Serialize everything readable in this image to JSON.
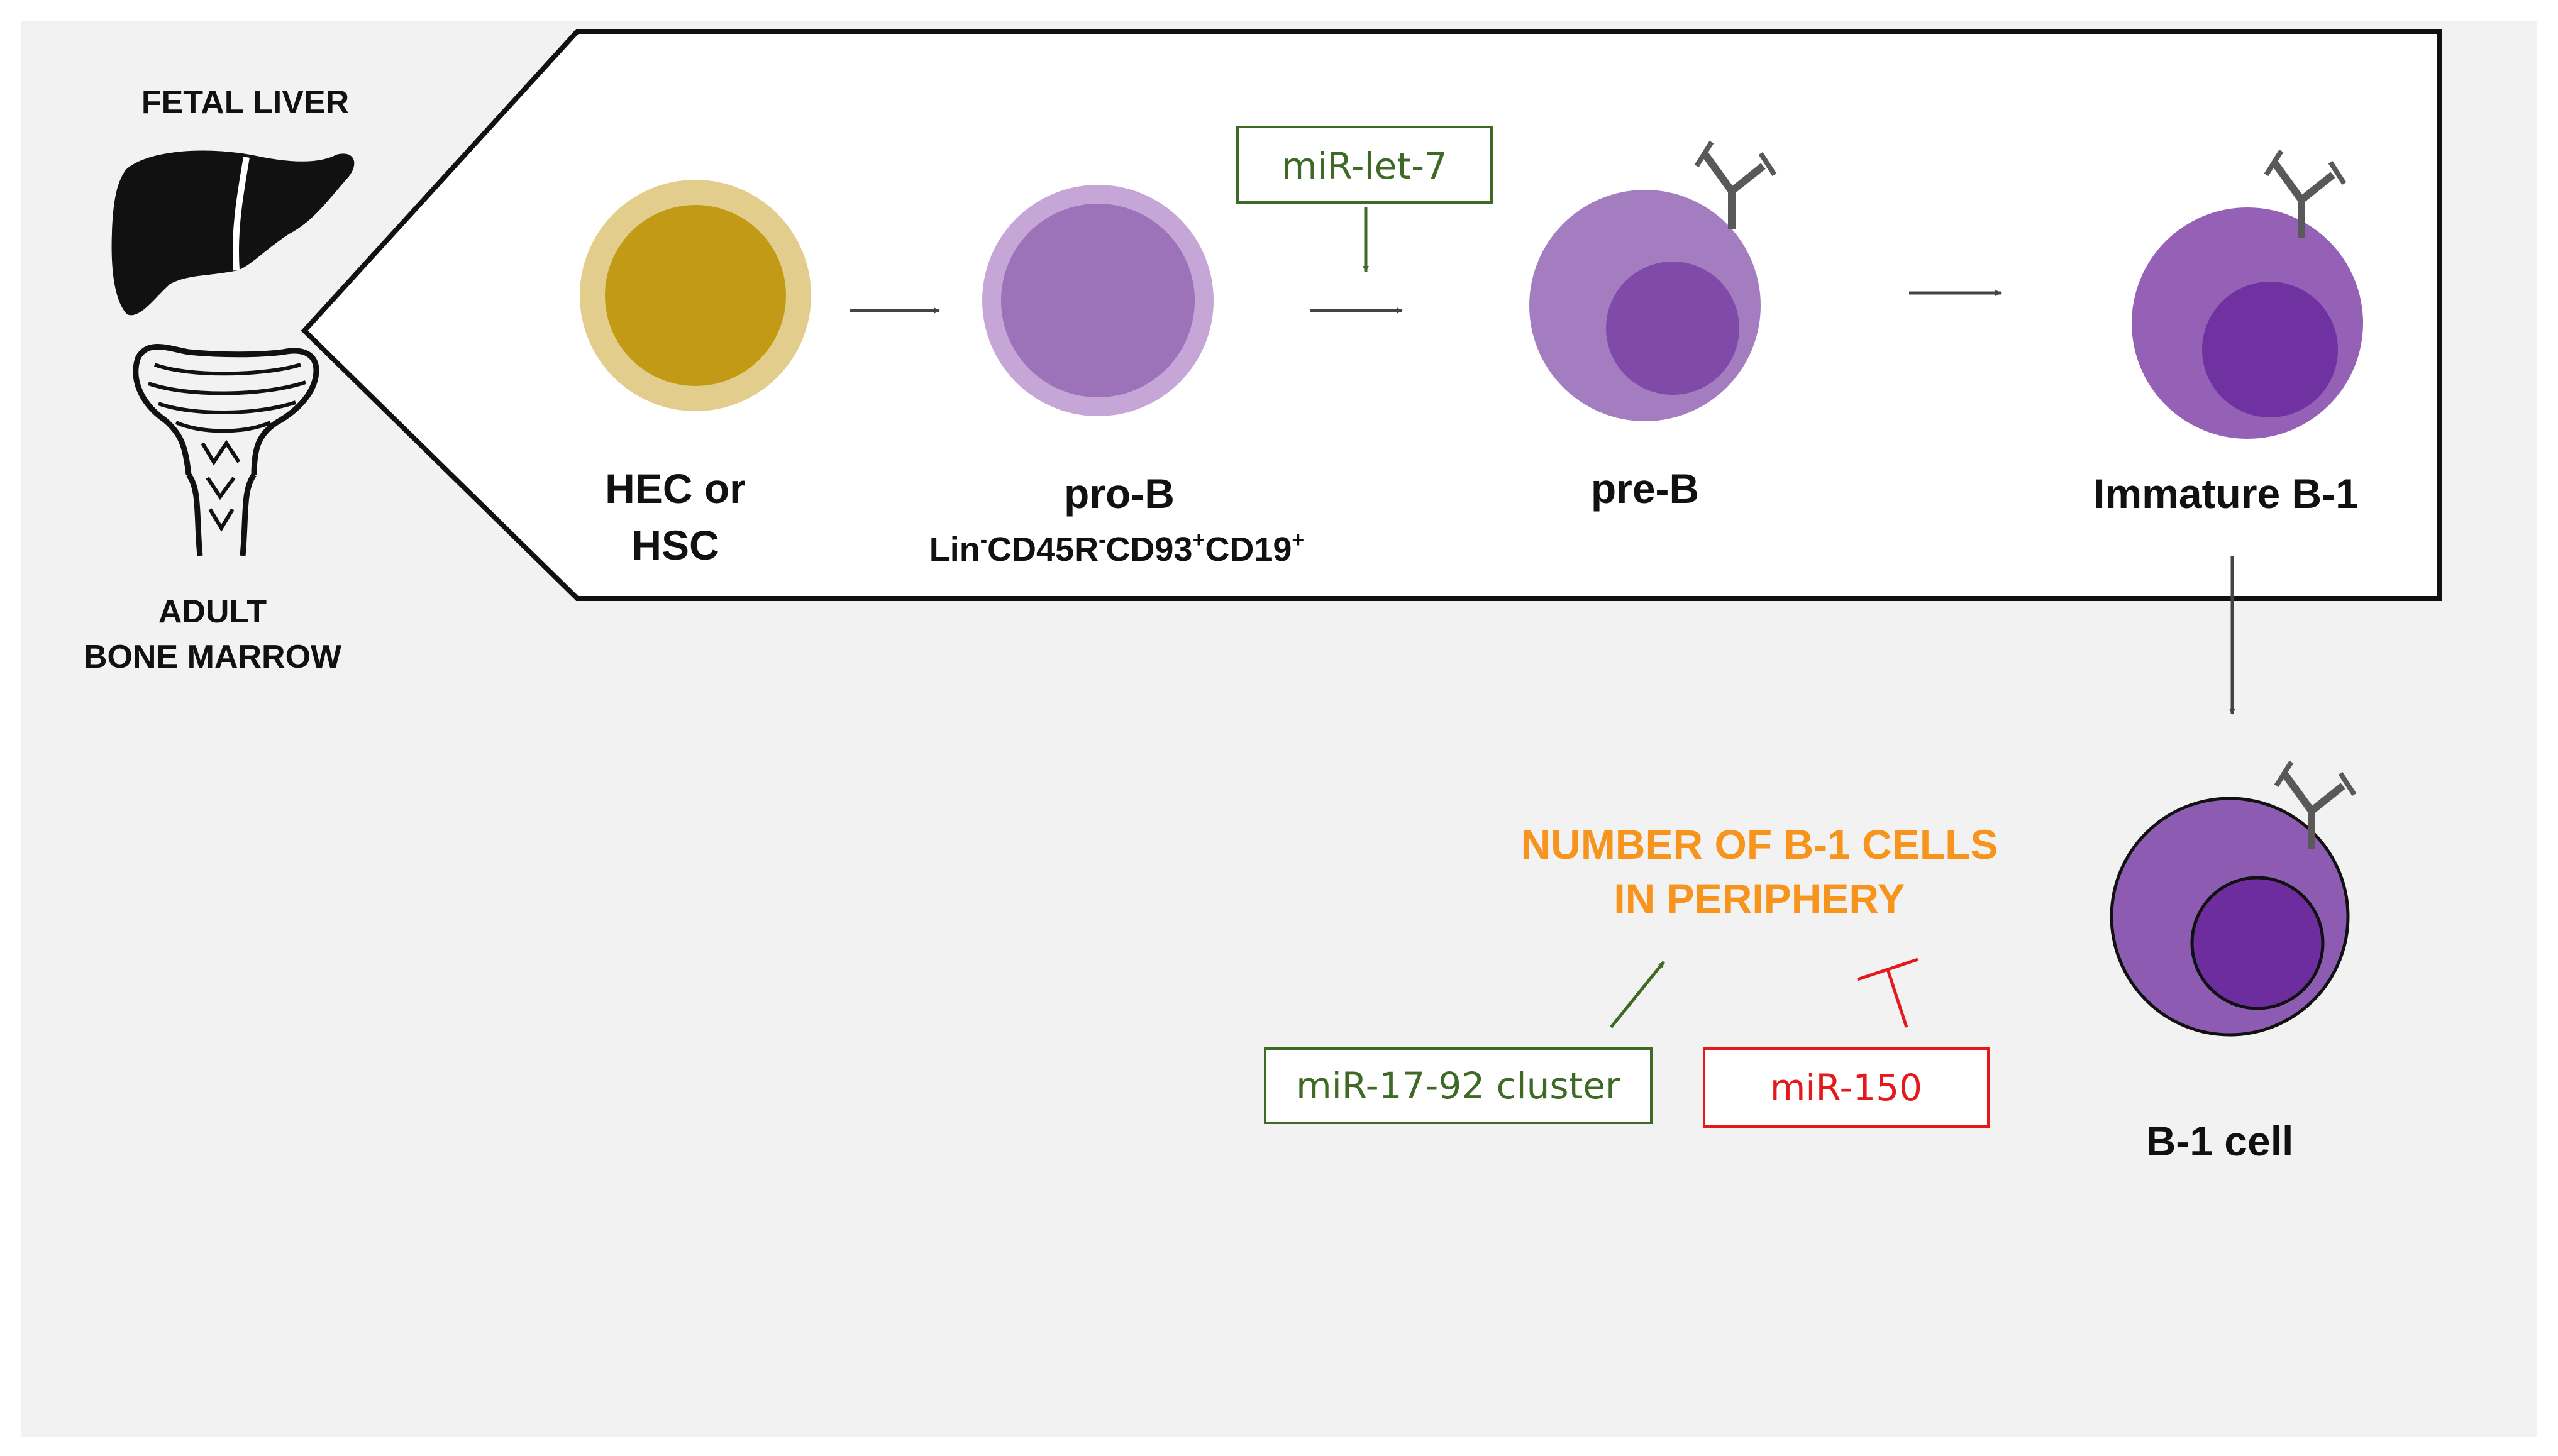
{
  "sources": {
    "fetal_liver": "FETAL LIVER",
    "adult_line1": "ADULT",
    "adult_line2": "BONE MARROW"
  },
  "stages": {
    "hec_line1": "HEC or",
    "hec_line2": "HSC",
    "prob": "pro-B",
    "prob_markers": {
      "lin": "Lin",
      "sup1": "-",
      "cd45r": "CD45R",
      "sup2": "-",
      "cd93": "CD93",
      "sup3": "+",
      "cd19": "CD19",
      "sup4": "+"
    },
    "preb": "pre-B",
    "immature": "Immature B-1",
    "b1": "B-1 cell"
  },
  "regulators": {
    "let7": "miR-let-7",
    "cluster": "miR-17-92 cluster",
    "mir150": "miR-150"
  },
  "outcome": {
    "line1": "NUMBER OF B-1 CELLS",
    "line2": "IN PERIPHERY"
  },
  "colors": {
    "background": "#f2f2f2",
    "hsc_outer": "#e2cd8c",
    "hsc_inner": "#c39a16",
    "prob_outer": "#c6a6d6",
    "prob_inner": "#9c72b8",
    "preb_outer": "#a47cc0",
    "preb_inner": "#7f4aa8",
    "immature_outer": "#9461b6",
    "immature_inner": "#7032a0",
    "b1_outer": "#8e5bb3",
    "b1_inner": "#6d2d9e",
    "activator_green": "#3e6a26",
    "inhibitor_red": "#e4191c",
    "outcome_orange": "#f7941d",
    "antibody": "#595959"
  }
}
